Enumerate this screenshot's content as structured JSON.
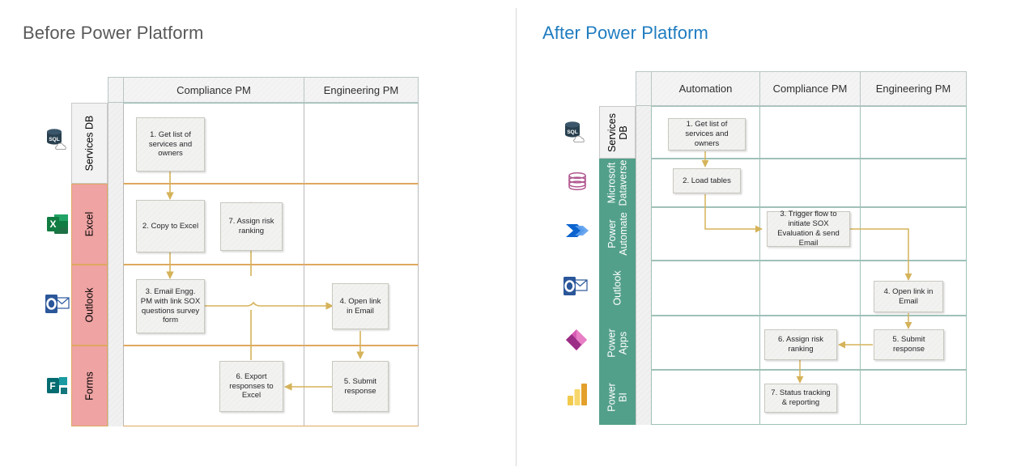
{
  "page": {
    "background": "#ffffff",
    "divider_color": "#d8d8d8"
  },
  "panels": {
    "before": {
      "title": "Before Power Platform",
      "title_color": "#595959",
      "lane_colors": {
        "first": "#f2f2f2",
        "rest": "#efa3a3"
      },
      "header_color": "#f4f4f4",
      "grid_line_color": "#dfa860",
      "columns": [
        {
          "label": "",
          "name": "spacer-column"
        },
        {
          "label": "Compliance PM",
          "name": "column-compliance-pm"
        },
        {
          "label": "Engineering PM",
          "name": "column-engineering-pm"
        }
      ],
      "lanes": [
        {
          "label": "Services DB",
          "icon": "azure-sql-database-icon",
          "color": "#f2f2f2"
        },
        {
          "label": "Excel",
          "icon": "excel-icon",
          "color": "#efa3a3"
        },
        {
          "label": "Outlook",
          "icon": "outlook-icon",
          "color": "#efa3a3"
        },
        {
          "label": "Forms",
          "icon": "forms-icon",
          "color": "#efa3a3"
        }
      ],
      "steps": [
        {
          "id": "b1",
          "text": "1. Get list of services and owners",
          "lane": "Services DB",
          "column": "Compliance PM"
        },
        {
          "id": "b2",
          "text": "2. Copy to Excel",
          "lane": "Excel",
          "column": "Compliance PM"
        },
        {
          "id": "b7",
          "text": "7. Assign risk ranking",
          "lane": "Excel",
          "column": "Compliance PM"
        },
        {
          "id": "b3",
          "text": "3. Email Engg. PM with link SOX questions survey form",
          "lane": "Outlook",
          "column": "Compliance PM"
        },
        {
          "id": "b4",
          "text": "4. Open link in Email",
          "lane": "Outlook",
          "column": "Engineering PM"
        },
        {
          "id": "b6",
          "text": "6. Export responses to Excel",
          "lane": "Forms",
          "column": "Compliance PM"
        },
        {
          "id": "b5",
          "text": "5. Submit response",
          "lane": "Forms",
          "column": "Engineering PM"
        }
      ],
      "connector_color": "#d5b35a"
    },
    "after": {
      "title": "After Power Platform",
      "title_color": "#1f7cc0",
      "lane_colors": {
        "first": "#f2f2f2",
        "rest": "#53a08a"
      },
      "header_color": "#f4f4f4",
      "grid_line_color": "#9fc0b8",
      "columns": [
        {
          "label": "",
          "name": "spacer-column"
        },
        {
          "label": "Automation",
          "name": "column-automation"
        },
        {
          "label": "Compliance PM",
          "name": "column-compliance-pm"
        },
        {
          "label": "Engineering PM",
          "name": "column-engineering-pm"
        }
      ],
      "lanes": [
        {
          "label": "Services DB",
          "icon": "azure-sql-database-icon",
          "color": "#f2f2f2"
        },
        {
          "label": "Microsoft Dataverse",
          "icon": "dataverse-icon",
          "color": "#53a08a"
        },
        {
          "label": "Power Automate",
          "icon": "power-automate-icon",
          "color": "#53a08a"
        },
        {
          "label": "Outlook",
          "icon": "outlook-icon",
          "color": "#53a08a"
        },
        {
          "label": "Power Apps",
          "icon": "power-apps-icon",
          "color": "#53a08a"
        },
        {
          "label": "Power BI",
          "icon": "power-bi-icon",
          "color": "#53a08a"
        }
      ],
      "steps": [
        {
          "id": "a1",
          "text": "1. Get list of services and owners",
          "lane": "Services DB",
          "column": "Automation"
        },
        {
          "id": "a2",
          "text": "2. Load tables",
          "lane": "Microsoft Dataverse",
          "column": "Automation"
        },
        {
          "id": "a3",
          "text": "3. Trigger flow to initiate SOX Evaluation & send Email",
          "lane": "Power Automate",
          "column": "Compliance PM"
        },
        {
          "id": "a4",
          "text": "4. Open link in Email",
          "lane": "Outlook",
          "column": "Engineering PM"
        },
        {
          "id": "a5",
          "text": "5. Submit response",
          "lane": "Power Apps",
          "column": "Engineering PM"
        },
        {
          "id": "a6",
          "text": "6. Assign risk ranking",
          "lane": "Power Apps",
          "column": "Compliance PM"
        },
        {
          "id": "a7",
          "text": "7. Status tracking & reporting",
          "lane": "Power BI",
          "column": "Compliance PM"
        }
      ],
      "connector_color": "#d5b35a"
    }
  }
}
